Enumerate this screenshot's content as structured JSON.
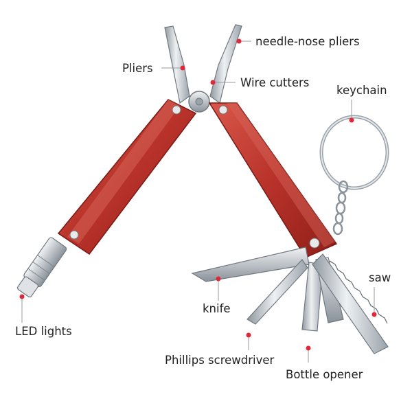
{
  "colors": {
    "handle": "#c0392b",
    "handle_dark": "#8e1f18",
    "steel": "#c9ced3",
    "steel_dark": "#7d858d",
    "marker": "#e0283a",
    "callout_line": "#9a9a9a",
    "text": "#222222"
  },
  "callouts": [
    {
      "id": "needle-nose-pliers",
      "text": "needle-nose pliers"
    },
    {
      "id": "pliers",
      "text": "Pliers"
    },
    {
      "id": "wire-cutters",
      "text": "Wire cutters"
    },
    {
      "id": "keychain",
      "text": "keychain"
    },
    {
      "id": "saw",
      "text": "saw"
    },
    {
      "id": "knife",
      "text": "knife"
    },
    {
      "id": "led-lights",
      "text": "LED lights"
    },
    {
      "id": "phillips-screwdriver",
      "text": "Phillips screwdriver"
    },
    {
      "id": "bottle-opener",
      "text": "Bottle opener"
    }
  ]
}
